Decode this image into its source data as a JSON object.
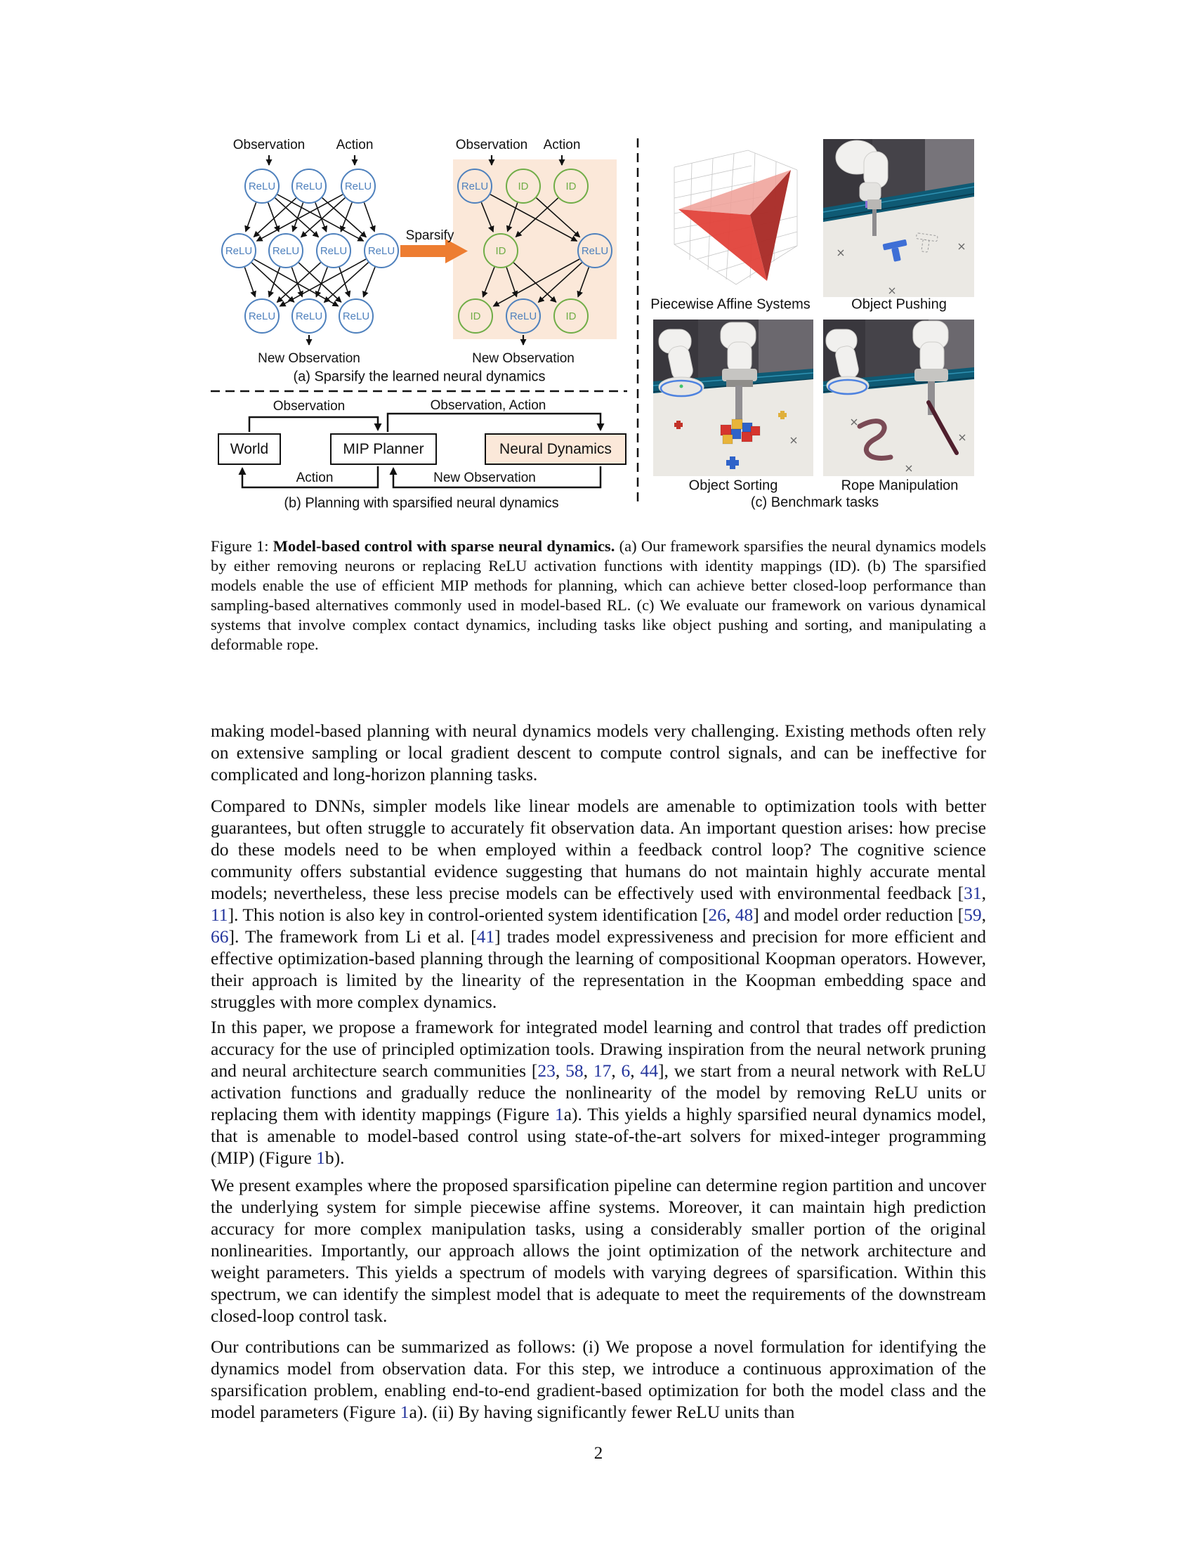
{
  "page": {
    "number": "2"
  },
  "figure": {
    "panel_a": {
      "dense": {
        "input_labels": [
          "Observation",
          "Action"
        ],
        "layers": [
          [
            "ReLU",
            "ReLU",
            "ReLU"
          ],
          [
            "ReLU",
            "ReLU",
            "ReLU",
            "ReLU"
          ],
          [
            "ReLU",
            "ReLU",
            "ReLU"
          ]
        ],
        "output_label": "New Observation"
      },
      "sparsify_label": "Sparsify",
      "sparse": {
        "input_labels": [
          "Observation",
          "Action"
        ],
        "layers": [
          [
            "ReLU",
            "ID",
            "ID"
          ],
          [
            "ID",
            "ReLU"
          ],
          [
            "ID",
            "ReLU",
            "ID"
          ]
        ],
        "output_label": "New Observation"
      },
      "caption": "(a) Sparsify the learned neural dynamics"
    },
    "panel_b": {
      "boxes": {
        "world": "World",
        "mip_planner": "MIP Planner",
        "neural_dynamics": "Neural Dynamics"
      },
      "labels": {
        "observation": "Observation",
        "observation_action": "Observation, Action",
        "action": "Action",
        "new_observation": "New Observation"
      },
      "caption": "(b) Planning with sparsified neural dynamics"
    },
    "panel_c": {
      "tasks": [
        "Piecewise Affine Systems",
        "Object Pushing",
        "Object Sorting",
        "Rope Manipulation"
      ],
      "caption": "(c) Benchmark tasks"
    },
    "colors": {
      "relu_blue": "#4f81bd",
      "id_green": "#70ad47",
      "peach": "#fbe8d9",
      "orange": "#ed7d31",
      "cite_blue": "#23349c"
    }
  },
  "caption": {
    "segments": [
      {
        "s": "text",
        "t": "Figure 1: "
      },
      {
        "s": "bold",
        "t": "Model-based control with sparse neural dynamics. "
      },
      {
        "s": "text",
        "t": "(a) Our framework sparsifies the neural dynamics models by either removing neurons or replacing ReLU activation functions with identity mappings (ID). (b) The sparsified models enable the use of efficient MIP methods for planning, which can achieve better closed-loop performance than sampling-based alternatives commonly used in model-based RL. (c) We evaluate our framework on various dynamical systems that involve complex contact dynamics, including tasks like object pushing and sorting, and manipulating a deformable rope."
      }
    ]
  },
  "body": {
    "paragraphs": [
      {
        "segments": [
          {
            "s": "text",
            "t": "making model-based planning with neural dynamics models very challenging.  Existing methods often rely on extensive sampling or local gradient descent to compute control signals, and can be ineffective for complicated and long-horizon planning tasks."
          }
        ]
      },
      {
        "segments": [
          {
            "s": "text",
            "t": "Compared to DNNs, simpler models like linear models are amenable to optimization tools with better guarantees, but often struggle to accurately fit observation data.  An important question arises: how precise do these models need to be when employed within a feedback control loop? The cognitive science community offers substantial evidence suggesting that humans do not maintain highly accurate mental models; nevertheless, these less precise models can be effectively used with environmental feedback ["
          },
          {
            "s": "cite",
            "t": "31"
          },
          {
            "s": "text",
            "t": ", "
          },
          {
            "s": "cite",
            "t": "11"
          },
          {
            "s": "text",
            "t": "]. This notion is also key in control-oriented system identification ["
          },
          {
            "s": "cite",
            "t": "26"
          },
          {
            "s": "text",
            "t": ", "
          },
          {
            "s": "cite",
            "t": "48"
          },
          {
            "s": "text",
            "t": "] and model order reduction ["
          },
          {
            "s": "cite",
            "t": "59"
          },
          {
            "s": "text",
            "t": ", "
          },
          {
            "s": "cite",
            "t": "66"
          },
          {
            "s": "text",
            "t": "].  The framework from Li et al. ["
          },
          {
            "s": "cite",
            "t": "41"
          },
          {
            "s": "text",
            "t": "] trades model expressiveness and precision for more efficient and effective optimization-based planning through the learning of compositional Koopman operators.  However, their approach is limited by the linearity of the representation in the Koopman embedding space and struggles with more complex dynamics."
          }
        ]
      },
      {
        "segments": [
          {
            "s": "text",
            "t": "In this paper, we propose a framework for integrated model learning and control that trades off prediction accuracy for the use of principled optimization tools. Drawing inspiration from the neural network pruning and neural architecture search communities ["
          },
          {
            "s": "cite",
            "t": "23"
          },
          {
            "s": "text",
            "t": ", "
          },
          {
            "s": "cite",
            "t": "58"
          },
          {
            "s": "text",
            "t": ", "
          },
          {
            "s": "cite",
            "t": "17"
          },
          {
            "s": "text",
            "t": ", "
          },
          {
            "s": "cite",
            "t": "6"
          },
          {
            "s": "text",
            "t": ", "
          },
          {
            "s": "cite",
            "t": "44"
          },
          {
            "s": "text",
            "t": "], we start from a neural network with ReLU activation functions and gradually reduce the nonlinearity of the model by removing ReLU units or replacing them with identity mappings (Figure "
          },
          {
            "s": "cite",
            "t": "1"
          },
          {
            "s": "text",
            "t": "a). This yields a highly sparsified neural dynamics model, that is amenable to model-based control using state-of-the-art solvers for mixed-integer programming (MIP) (Figure "
          },
          {
            "s": "cite",
            "t": "1"
          },
          {
            "s": "text",
            "t": "b)."
          }
        ]
      },
      {
        "segments": [
          {
            "s": "text",
            "t": "We present examples where the proposed sparsification pipeline can determine region partition and uncover the underlying system for simple piecewise affine systems. Moreover, it can maintain high prediction accuracy for more complex manipulation tasks, using a considerably smaller portion of the original nonlinearities.  Importantly, our approach allows the joint optimization of the network architecture and weight parameters.  This yields a spectrum of models with varying degrees of sparsification. Within this spectrum, we can identify the simplest model that is adequate to meet the requirements of the downstream closed-loop control task."
          }
        ]
      },
      {
        "segments": [
          {
            "s": "text",
            "t": "Our contributions can be summarized as follows: (i) We propose a novel formulation for identifying the dynamics model from observation data. For this step, we introduce a continuous approximation of the sparsification problem, enabling end-to-end gradient-based optimization for both the model class and the model parameters (Figure "
          },
          {
            "s": "cite",
            "t": "1"
          },
          {
            "s": "text",
            "t": "a).  (ii) By having significantly fewer ReLU units than"
          }
        ]
      }
    ]
  }
}
